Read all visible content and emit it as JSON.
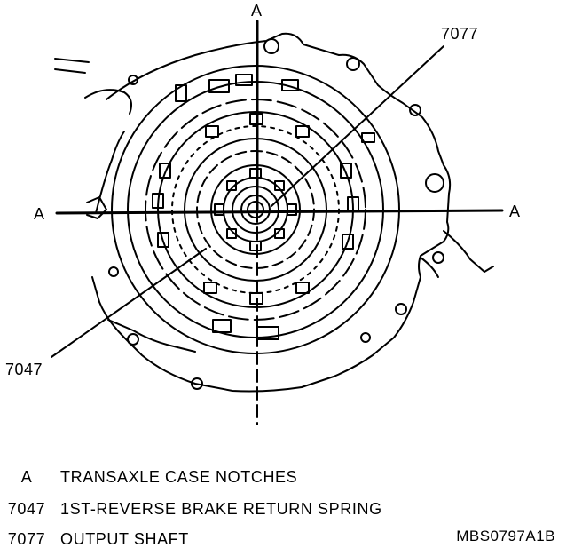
{
  "diagram": {
    "callouts": {
      "top_axis": "A",
      "left_axis": "A",
      "right_axis": "A",
      "output_shaft": "7077",
      "return_spring": "7047"
    }
  },
  "legend": [
    {
      "key": "A",
      "text": "TRANSAXLE CASE NOTCHES"
    },
    {
      "key": "7047",
      "text": "1ST-REVERSE BRAKE RETURN SPRING"
    },
    {
      "key": "7077",
      "text": "OUTPUT SHAFT"
    }
  ],
  "figure_id": "MBS0797A1B"
}
